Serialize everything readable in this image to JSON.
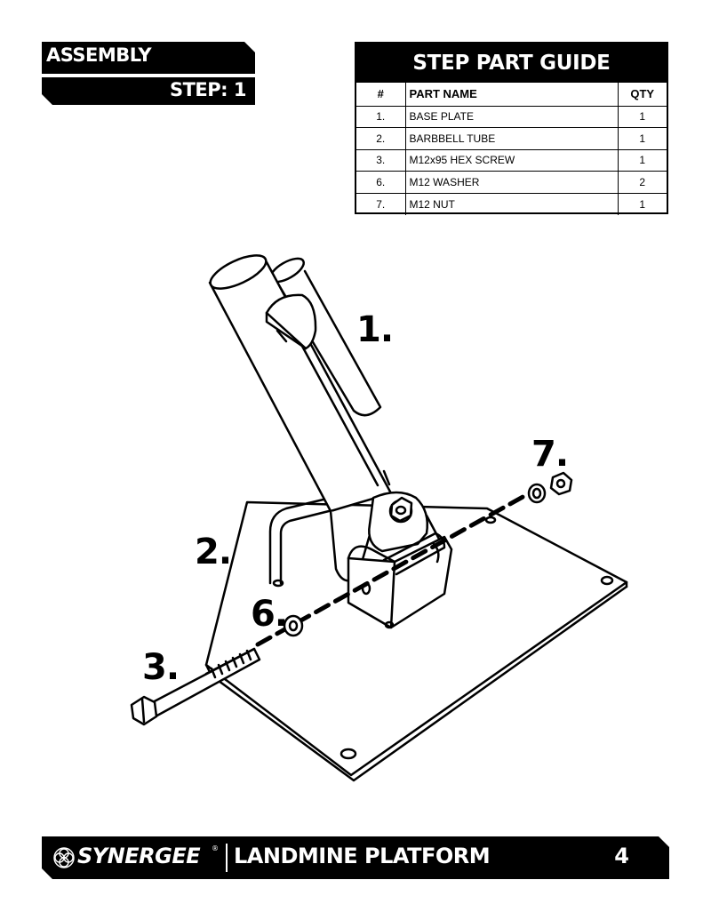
{
  "header": {
    "section": "ASSEMBLY",
    "step": "STEP: 1"
  },
  "parts_guide": {
    "title": "STEP PART GUIDE",
    "columns": [
      "#",
      "PART NAME",
      "QTY"
    ],
    "rows": [
      {
        "num": "1.",
        "name": "BASE PLATE",
        "qty": "1"
      },
      {
        "num": "2.",
        "name": "BARBBELL TUBE",
        "qty": "1"
      },
      {
        "num": "3.",
        "name": "M12x95 HEX SCREW",
        "qty": "1"
      },
      {
        "num": "6.",
        "name": "M12 WASHER",
        "qty": "2"
      },
      {
        "num": "7.",
        "name": "M12 NUT",
        "qty": "1"
      }
    ]
  },
  "callouts": {
    "base_plate": "1.",
    "tube": "2.",
    "screw": "3.",
    "washer": "6.",
    "nut": "7."
  },
  "footer": {
    "brand": "SYNERGEE",
    "reg_mark": "®",
    "product": "LANDMINE PLATFORM",
    "page": "4"
  },
  "colors": {
    "ink": "#000000",
    "paper": "#ffffff"
  }
}
